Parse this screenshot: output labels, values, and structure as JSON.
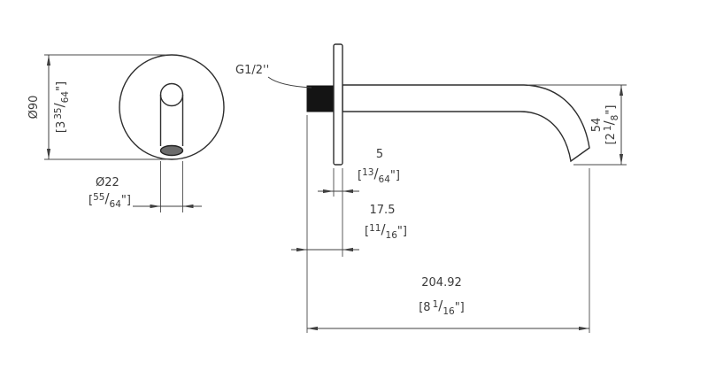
{
  "punct": {
    "open": "[",
    "close": "\"]",
    "slash": "/"
  },
  "dims": {
    "thread": {
      "label": "G1/2''"
    },
    "dia90": {
      "metric": "Ø90",
      "whole": "3",
      "num": "35",
      "den": "64"
    },
    "dia22": {
      "metric": "Ø22",
      "whole": "",
      "num": "55",
      "den": "64"
    },
    "offset5": {
      "metric": "5",
      "whole": "",
      "num": "13",
      "den": "64"
    },
    "depth175": {
      "metric": "17.5",
      "whole": "",
      "num": "11",
      "den": "16"
    },
    "length": {
      "metric": "204.92",
      "whole": "8",
      "num": "1",
      "den": "16"
    },
    "height54": {
      "metric": "54",
      "whole": "2",
      "num": "1",
      "den": "8"
    }
  }
}
